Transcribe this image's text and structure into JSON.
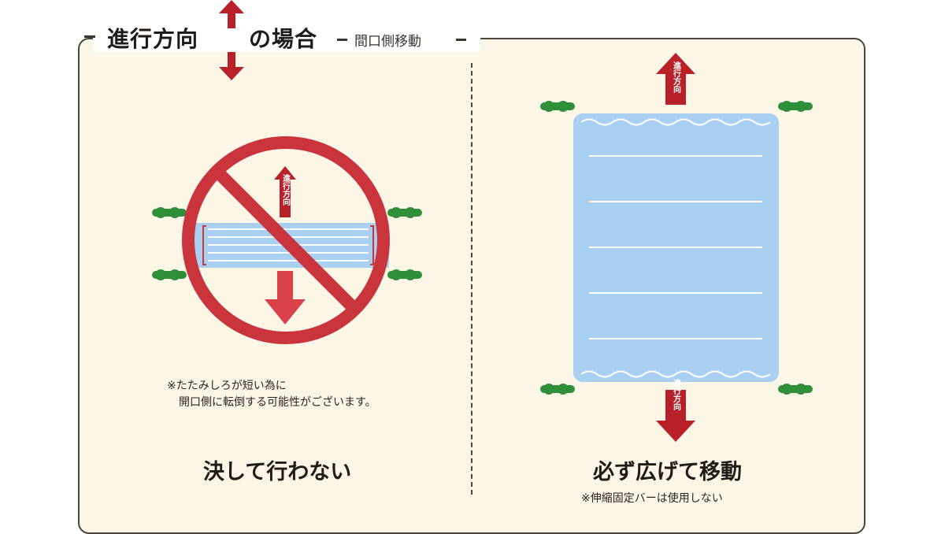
{
  "header": {
    "title_part1": "進行方向",
    "title_part2": "の場合",
    "subtitle": "間口側移動"
  },
  "left": {
    "arrow_label": "進行方向",
    "note_line1": "※たたみしろが短い為に",
    "note_line2": "開口側に転倒する可能性がございます。",
    "caption": "決して行わない"
  },
  "right": {
    "arrow_label_top": "進行方向",
    "arrow_label_bottom": "進行方向",
    "caption": "必ず広げて移動",
    "note": "※伸縮固定バーは使用しない"
  },
  "colors": {
    "panel_bg": "#fbf6e6",
    "border": "#4a4540",
    "prohibit_red": "#c9343d",
    "arrow_red": "#b8202a",
    "arrow_light_red": "#d9424a",
    "panel_blue": "#a9d0f0",
    "wheel_green": "#2f8f3a"
  }
}
